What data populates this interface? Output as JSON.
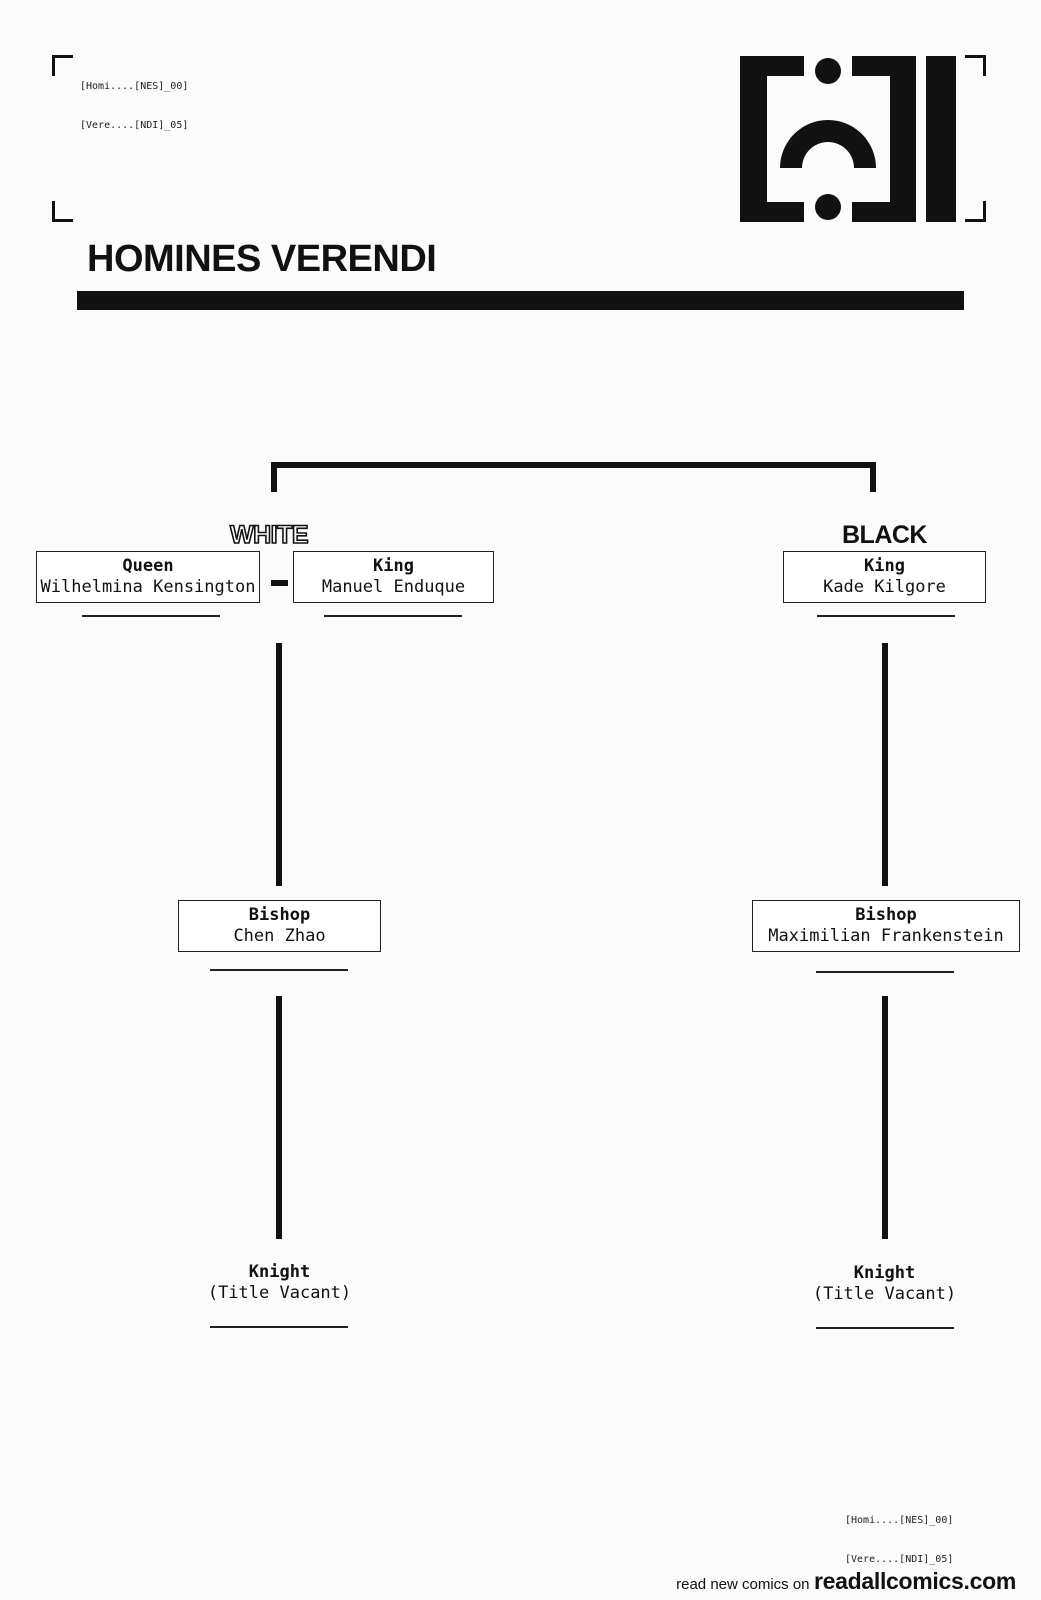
{
  "codes": {
    "top": [
      "[Homi....[NES]_00]",
      "[Vere....[NDI]_05]"
    ],
    "bottom": [
      "[Homi....[NES]_00]",
      "[Vere....[NDI]_05]"
    ]
  },
  "title": "HOMINES VERENDI",
  "sides": {
    "white": "WHITE",
    "black": "BLACK"
  },
  "white": {
    "queen": {
      "role": "Queen",
      "name": "Wilhelmina Kensington"
    },
    "king": {
      "role": "King",
      "name": "Manuel Enduque"
    },
    "bishop": {
      "role": "Bishop",
      "name": "Chen Zhao"
    },
    "knight": {
      "role": "Knight",
      "name": "(Title Vacant)"
    }
  },
  "black": {
    "king": {
      "role": "King",
      "name": "Kade Kilgore"
    },
    "bishop": {
      "role": "Bishop",
      "name": "Maximilian Frankenstein"
    },
    "knight": {
      "role": "Knight",
      "name": "(Title Vacant)"
    }
  },
  "footer": {
    "prefix": "read new comics on",
    "site": "readallcomics.com"
  },
  "colors": {
    "ink": "#111111",
    "paper": "#fbfbfb"
  }
}
